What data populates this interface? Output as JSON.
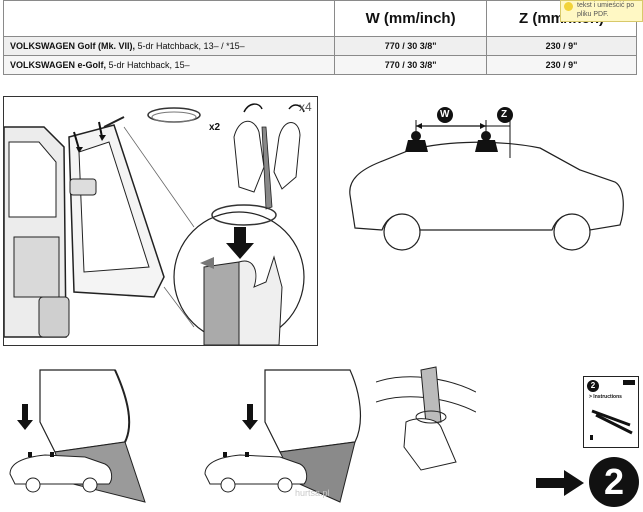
{
  "table": {
    "headers": {
      "car": "",
      "w": "W (mm/inch)",
      "z": "Z (mm/inch)"
    },
    "rows": [
      {
        "make": "VOLKSWAGEN Golf (Mk. VII),",
        "spec": "5-dr Hatchback, 13– / *15–",
        "w": "770 / 30 3/8\"",
        "z": "230 / 9\""
      },
      {
        "make": "VOLKSWAGEN e-Golf,",
        "spec": "5-dr Hatchback, 15–",
        "w": "770 / 30 3/8\"",
        "z": "230 / 9\""
      }
    ]
  },
  "tooltip": {
    "text": "tekst i umieścić po pliku PDF."
  },
  "fig_install": {
    "x2_label": "x2",
    "x4_label": "x4"
  },
  "fig_dimensions": {
    "w_label": "W",
    "z_label": "Z"
  },
  "fig_manual": {
    "step_number": "2",
    "manual_label": "> Instructions"
  },
  "next_step": {
    "number": "2"
  },
  "watermark": "hurtsa.pl",
  "icons": {
    "tooltip": "lightbulb-icon",
    "next": "arrow-right-icon",
    "step": "step-badge-icon"
  }
}
